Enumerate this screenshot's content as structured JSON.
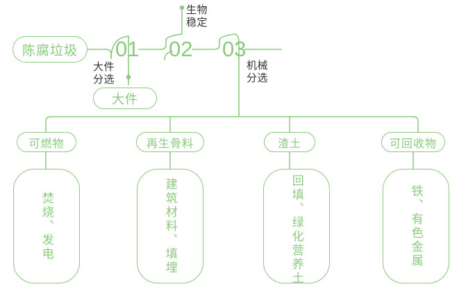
{
  "diagram": {
    "type": "process-flowchart",
    "accent_color": "#8CC97E",
    "label_color": "#333333",
    "background_color": "#FFFFFF",
    "source_node": {
      "label": "陈腐垃圾",
      "icon": "pill-node"
    },
    "stages": [
      {
        "number": "01",
        "annotation": "大件\n分选",
        "output": {
          "label": "大件"
        }
      },
      {
        "number": "02",
        "annotation": "生物\n稳定",
        "output": null
      },
      {
        "number": "03",
        "annotation": "机械\n分选",
        "output": null
      }
    ],
    "outputs": [
      {
        "category": "可燃物",
        "destination": "焚烧、发电"
      },
      {
        "category": "再生骨料",
        "destination": "建筑材料、填埋"
      },
      {
        "category": "渣土",
        "destination": "回填、绿化营养土"
      },
      {
        "category": "可回收物",
        "destination": "铁、有色金属"
      }
    ]
  }
}
